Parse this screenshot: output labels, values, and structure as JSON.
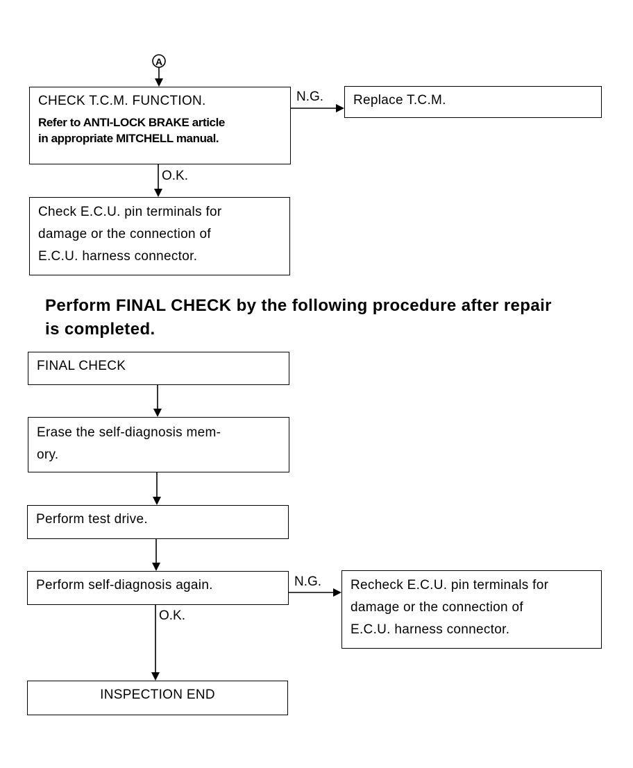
{
  "connector": {
    "letter": "A"
  },
  "boxes": {
    "check_tcm": {
      "title": "CHECK T.C.M. FUNCTION.",
      "note_lines": [
        "Refer to ANTI-LOCK BRAKE article",
        "in appropriate MITCHELL manual."
      ]
    },
    "replace_tcm": {
      "text": "Replace T.C.M."
    },
    "check_ecu": {
      "lines": [
        "Check E.C.U. pin terminals for",
        "damage or the connection of",
        "E.C.U. harness connector."
      ]
    },
    "final_check": {
      "text": "FINAL CHECK"
    },
    "erase": {
      "lines": [
        "Erase the self-diagnosis mem-",
        "ory."
      ]
    },
    "test_drive": {
      "text": "Perform test drive."
    },
    "self_diag": {
      "text": "Perform self-diagnosis again."
    },
    "recheck_ecu": {
      "lines": [
        "Recheck E.C.U. pin terminals for",
        "damage or the connection of",
        "E.C.U. harness connector."
      ]
    },
    "inspection_end": {
      "text": "INSPECTION END"
    }
  },
  "labels": {
    "ng_1": "N.G.",
    "ok_1": "O.K.",
    "ng_2": "N.G.",
    "ok_2": "O.K."
  },
  "heading": {
    "lines": [
      "Perform FINAL CHECK by the following procedure after repair",
      "is completed."
    ]
  }
}
